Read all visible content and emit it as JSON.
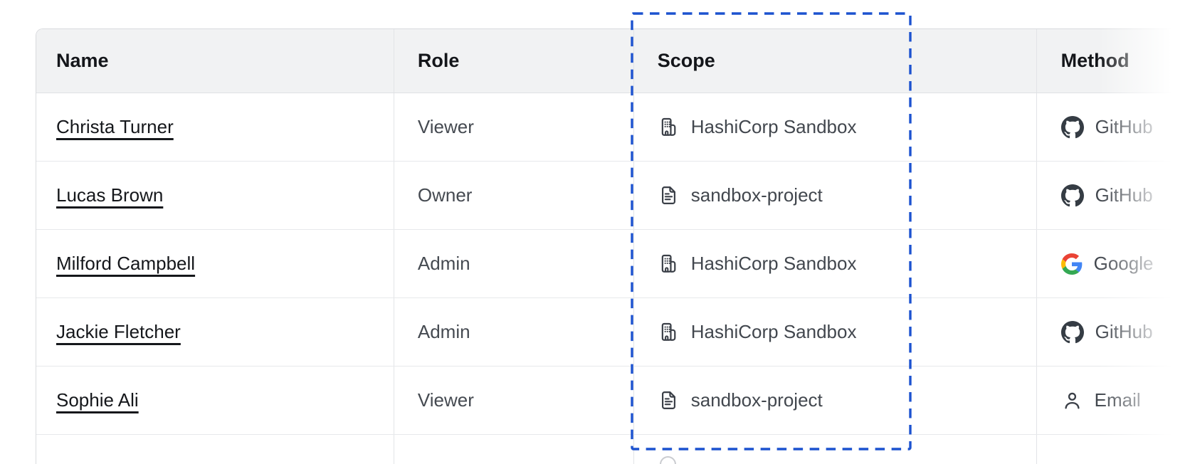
{
  "table": {
    "columns": [
      {
        "label": "Name"
      },
      {
        "label": "Role"
      },
      {
        "label": "Scope"
      },
      {
        "label": "Method"
      }
    ],
    "rows": [
      {
        "name": "Christa Turner",
        "role": "Viewer",
        "scope": {
          "icon": "org-icon",
          "label": "HashiCorp Sandbox"
        },
        "method": {
          "icon": "github-icon",
          "label": "GitHub"
        }
      },
      {
        "name": "Lucas Brown",
        "role": "Owner",
        "scope": {
          "icon": "file-icon",
          "label": "sandbox-project"
        },
        "method": {
          "icon": "github-icon",
          "label": "GitHub"
        }
      },
      {
        "name": "Milford Campbell",
        "role": "Admin",
        "scope": {
          "icon": "org-icon",
          "label": "HashiCorp Sandbox"
        },
        "method": {
          "icon": "google-icon",
          "label": "Google"
        }
      },
      {
        "name": "Jackie Fletcher",
        "role": "Admin",
        "scope": {
          "icon": "org-icon",
          "label": "HashiCorp Sandbox"
        },
        "method": {
          "icon": "github-icon",
          "label": "GitHub"
        }
      },
      {
        "name": "Sophie Ali",
        "role": "Viewer",
        "scope": {
          "icon": "file-icon",
          "label": "sandbox-project"
        },
        "method": {
          "icon": "email-icon",
          "label": "Email"
        }
      }
    ]
  },
  "annotations": {
    "scope_column_highlight": {
      "style": "dashed",
      "color": "#1c52cf"
    }
  },
  "colors": {
    "header_background": "#f1f2f3",
    "border": "#e2e4e7",
    "header_text": "#14161a",
    "body_text": "#454a51",
    "link_text": "#15171b",
    "icon_stroke": "#3a3f47",
    "github_mark": "#353c44",
    "google_blue": "#4285F4",
    "google_green": "#34A853",
    "google_yellow": "#FBBC05",
    "google_red": "#EA4335",
    "highlight_blue": "#1c52cf"
  }
}
